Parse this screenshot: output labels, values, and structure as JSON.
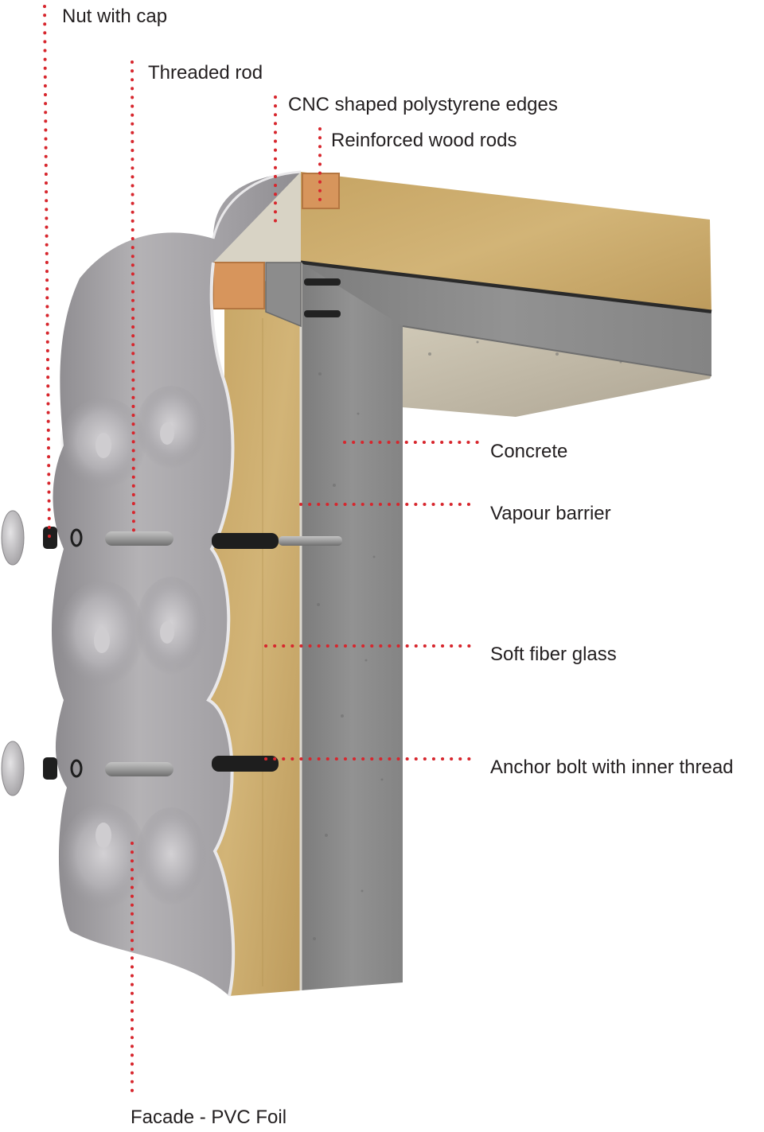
{
  "labels": {
    "nut_with_cap": "Nut with cap",
    "threaded_rod": "Threaded rod",
    "cnc_edges": "CNC shaped polystyrene edges",
    "wood_rods": "Reinforced wood rods",
    "concrete": "Concrete",
    "vapour_barrier": "Vapour barrier",
    "soft_fiber_glass": "Soft fiber glass",
    "anchor_bolt": "Anchor bolt with inner thread",
    "facade": "Facade - PVC Foil"
  },
  "colors": {
    "leader": "#d7262d",
    "text": "#231f20",
    "concrete": "#8a8a8a",
    "insulation": "#c9a86a",
    "foil": "#a7a5a8",
    "polystyrene": "#d9d5c9",
    "wood": "#d99a63",
    "bolt": "#1e1e1e",
    "rod": "#9a9a9a"
  }
}
